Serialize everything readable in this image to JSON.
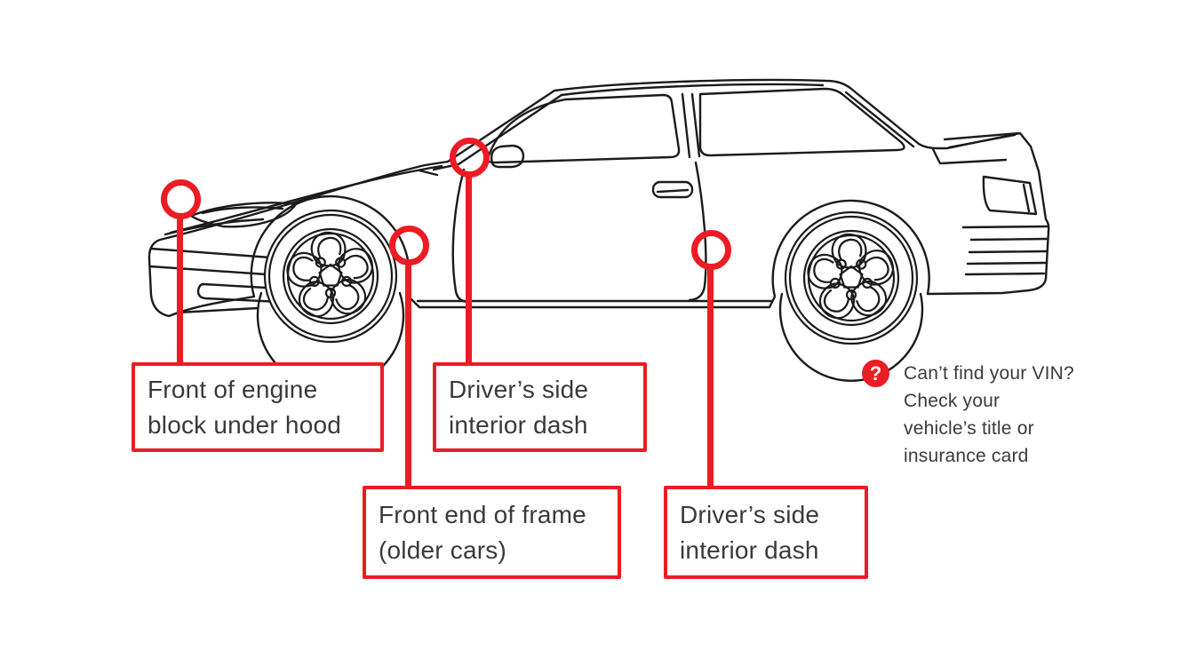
{
  "colors": {
    "accent_red": "#ec1c24",
    "car_outline": "#1b1b1b",
    "label_text": "#3a3a3a"
  },
  "car": {
    "illustration": "side-view line drawing of a coupe facing left"
  },
  "markers": [
    {
      "id": "engine-block",
      "label": "Front of engine block under hood"
    },
    {
      "id": "dash-windshield",
      "label": "Driver’s side interior dash"
    },
    {
      "id": "frame-front",
      "label": "Front end of frame (older cars)"
    },
    {
      "id": "dash-door",
      "label": "Driver’s side interior dash"
    }
  ],
  "help": {
    "icon": "?",
    "text": "Can’t find your VIN? Check your vehicle’s title or insurance card"
  }
}
